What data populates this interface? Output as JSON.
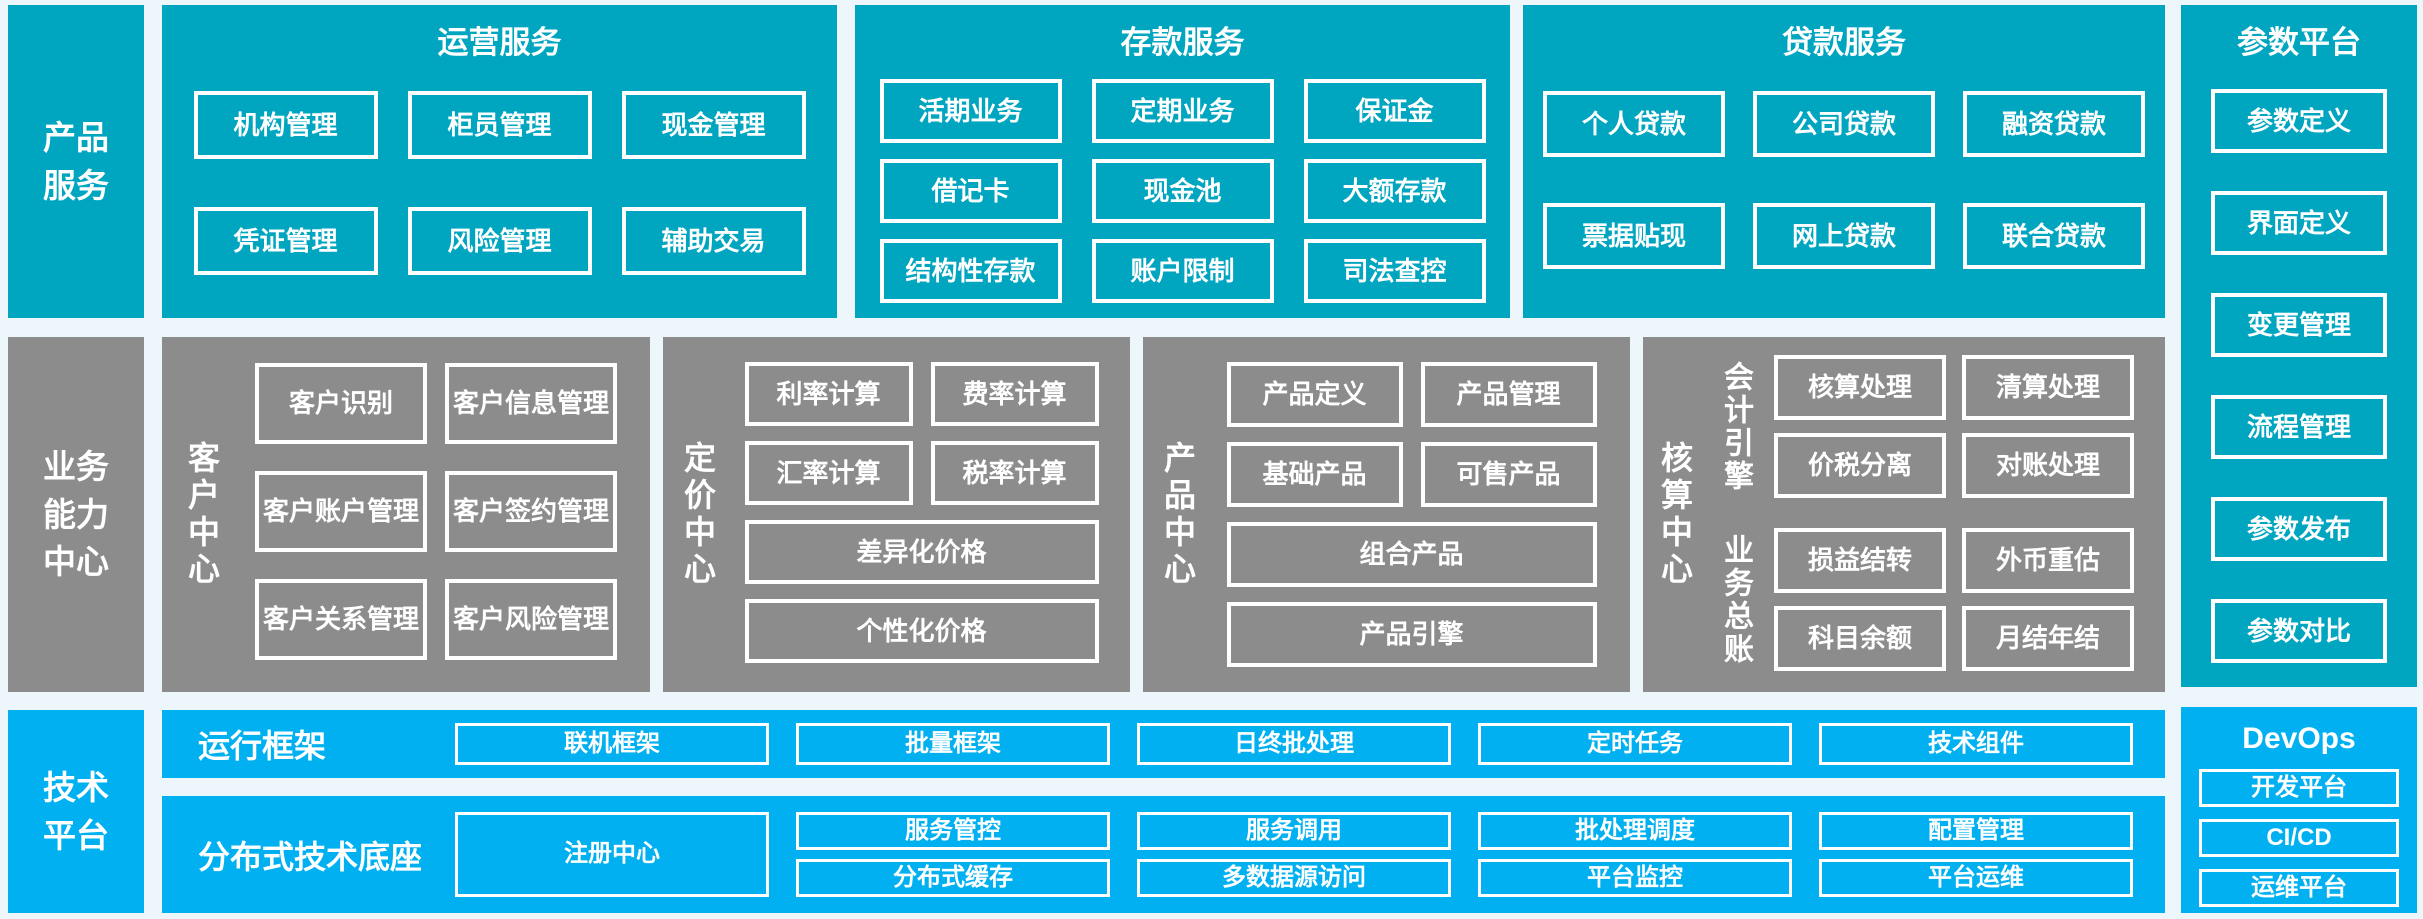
{
  "palette": {
    "teal": "#00A5C0",
    "gray": "#8C8C8C",
    "blue": "#00B0F0",
    "background": "#EDF6FA",
    "text": "#FFFFFF"
  },
  "left_labels": {
    "product_services": "产品\n服务",
    "business_capability": "业务\n能力\n中心",
    "tech_platform": "技术\n平台"
  },
  "top_sections": {
    "operation": {
      "title": "运营服务",
      "items": [
        "机构管理",
        "柜员管理",
        "现金管理",
        "凭证管理",
        "风险管理",
        "辅助交易"
      ]
    },
    "deposit": {
      "title": "存款服务",
      "items": [
        "活期业务",
        "定期业务",
        "保证金",
        "借记卡",
        "现金池",
        "大额存款",
        "结构性存款",
        "账户限制",
        "司法查控"
      ]
    },
    "loan": {
      "title": "贷款服务",
      "items": [
        "个人贷款",
        "公司贷款",
        "融资贷款",
        "票据贴现",
        "网上贷款",
        "联合贷款"
      ]
    },
    "parameter": {
      "title": "参数平台",
      "items": [
        "参数定义",
        "界面定义",
        "变更管理",
        "流程管理",
        "参数发布",
        "参数对比"
      ]
    }
  },
  "middle_sections": {
    "customer": {
      "label": "客户中心",
      "items": [
        "客户识别",
        "客户信息管理",
        "客户账户管理",
        "客户签约管理",
        "客户关系管理",
        "客户风险管理"
      ]
    },
    "pricing": {
      "label": "定价中心",
      "items_2col": [
        "利率计算",
        "费率计算",
        "汇率计算",
        "税率计算"
      ],
      "items_wide": [
        "差异化价格",
        "个性化价格"
      ]
    },
    "product": {
      "label": "产品中心",
      "items_2col": [
        "产品定义",
        "产品管理",
        "基础产品",
        "可售产品"
      ],
      "items_wide": [
        "组合产品",
        "产品引擎"
      ]
    },
    "accounting": {
      "label": "核算中心",
      "groups": [
        {
          "label": "会计引擎",
          "items": [
            "核算处理",
            "清算处理",
            "价税分离",
            "对账处理"
          ]
        },
        {
          "label": "业务总账",
          "items": [
            "损益结转",
            "外币重估",
            "科目余额",
            "月结年结"
          ]
        }
      ]
    }
  },
  "bottom_sections": {
    "runtime": {
      "label": "运行框架",
      "items": [
        "联机框架",
        "批量框架",
        "日终批处理",
        "定时任务",
        "技术组件"
      ]
    },
    "distributed": {
      "label": "分布式技术底座",
      "big_item": "注册中心",
      "cols": [
        [
          "服务管控",
          "分布式缓存"
        ],
        [
          "服务调用",
          "多数据源访问"
        ],
        [
          "批处理调度",
          "平台监控"
        ],
        [
          "配置管理",
          "平台运维"
        ]
      ]
    },
    "devops": {
      "title": "DevOps",
      "items": [
        "开发平台",
        "CI/CD",
        "运维平台"
      ]
    }
  }
}
